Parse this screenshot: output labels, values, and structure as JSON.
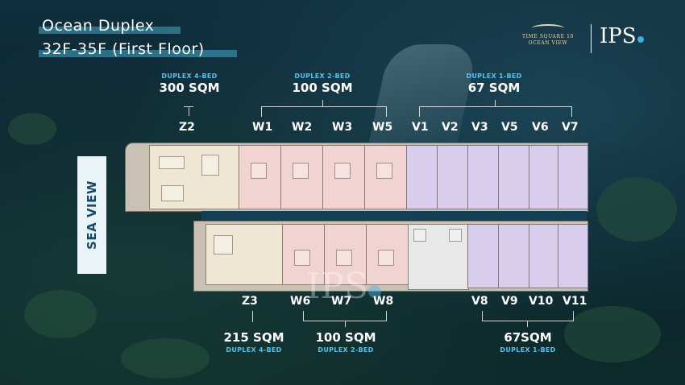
{
  "title": {
    "line1": "Ocean Duplex",
    "line2": "32F-35F (First Floor)"
  },
  "logos": {
    "time_square_line1": "TIME SQUARE 10",
    "time_square_line2": "OCEAN VIEW",
    "ips": "IPS"
  },
  "sea_view": "SEA VIEW",
  "watermark": "IPS",
  "top_groups": [
    {
      "type": "DUPLEX 4-BED",
      "size": "300 SQM"
    },
    {
      "type": "DUPLEX 2-BED",
      "size": "100 SQM"
    },
    {
      "type": "DUPLEX 1-BED",
      "size": "67 SQM"
    }
  ],
  "bottom_groups": [
    {
      "size": "215 SQM",
      "type": "DUPLEX 4-BED"
    },
    {
      "size": "100 SQM",
      "type": "DUPLEX 2-BED"
    },
    {
      "size": "67SQM",
      "type": "DUPLEX 1-BED"
    }
  ],
  "top_units": [
    "Z2",
    "W1",
    "W2",
    "W3",
    "W5",
    "V1",
    "V2",
    "V3",
    "V5",
    "V6",
    "V7"
  ],
  "bottom_units": [
    "Z3",
    "W6",
    "W7",
    "W8",
    "V8",
    "V9",
    "V10",
    "V11"
  ],
  "colors": {
    "duplex_4_bed": "#efe6d4",
    "duplex_2_bed": "#f1d4d2",
    "duplex_1_bed": "#d9cdee",
    "accent_label": "#56c2ea",
    "sea_view_bg": "#eaf3f7"
  }
}
